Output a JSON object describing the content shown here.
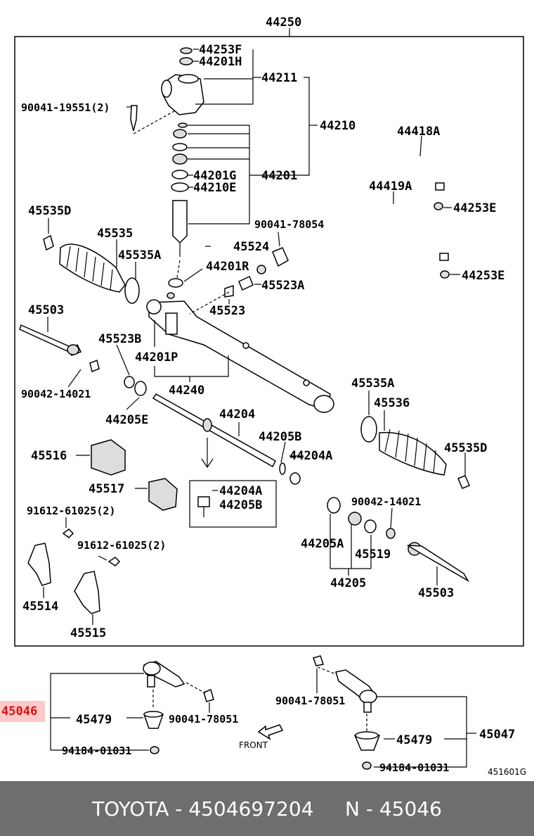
{
  "labels": {
    "p44250": "44250",
    "p44253F": "44253F",
    "p44201H": "44201H",
    "p44211": "44211",
    "p90041_19551": "90041-19551(2)",
    "p44210": "44210",
    "p44418A": "44418A",
    "p44201G": "44201G",
    "p44201": "44201",
    "p44210E": "44210E",
    "p44419A": "44419A",
    "p44253E_1": "44253E",
    "p45535D_1": "45535D",
    "p90041_78054": "90041-78054",
    "p45535": "45535",
    "p45524": "45524",
    "p45535A_1": "45535A",
    "p44201R": "44201R",
    "p44253E_2": "44253E",
    "p45523A": "45523A",
    "p45503_1": "45503",
    "p45523": "45523",
    "p45523B": "45523B",
    "p44201P": "44201P",
    "p90042_14021_1": "90042-14021",
    "p44240": "44240",
    "p45535A_2": "45535A",
    "p45536": "45536",
    "p44205E": "44205E",
    "p44204": "44204",
    "p44205B": "44205B",
    "p45535D_2": "45535D",
    "p45516": "45516",
    "p44204A_1": "44204A",
    "p44204A_2": "44204A",
    "p45517": "45517",
    "p44205B_2": "44205B",
    "p90042_14021_2": "90042-14021",
    "p91612_61025_1": "91612-61025(2)",
    "p91612_61025_2": "91612-61025(2)",
    "p44205A": "44205A",
    "p45519": "45519",
    "p45514": "45514",
    "p44205": "44205",
    "p45503_2": "45503",
    "p45515": "45515",
    "p45046": "45046",
    "p45479_1": "45479",
    "p90041_78051_1": "90041-78051",
    "p94184_01031_1": "94184-01031",
    "p90041_78051_2": "90041-78051",
    "p45479_2": "45479",
    "p45047": "45047",
    "p94184_01031_2": "94184-01031",
    "front": "FRONT",
    "drawing_code": "451601G"
  },
  "footer": {
    "brand": "TOYOTA",
    "separator1": " - ",
    "part_number": "4504697204",
    "gap": "     ",
    "n_label": "N",
    "separator2": " - ",
    "ref": "45046"
  },
  "colors": {
    "highlight_bg": "#ffc9c9",
    "highlight_text": "#dd1111",
    "footer_bg": "#6e6e6e"
  }
}
